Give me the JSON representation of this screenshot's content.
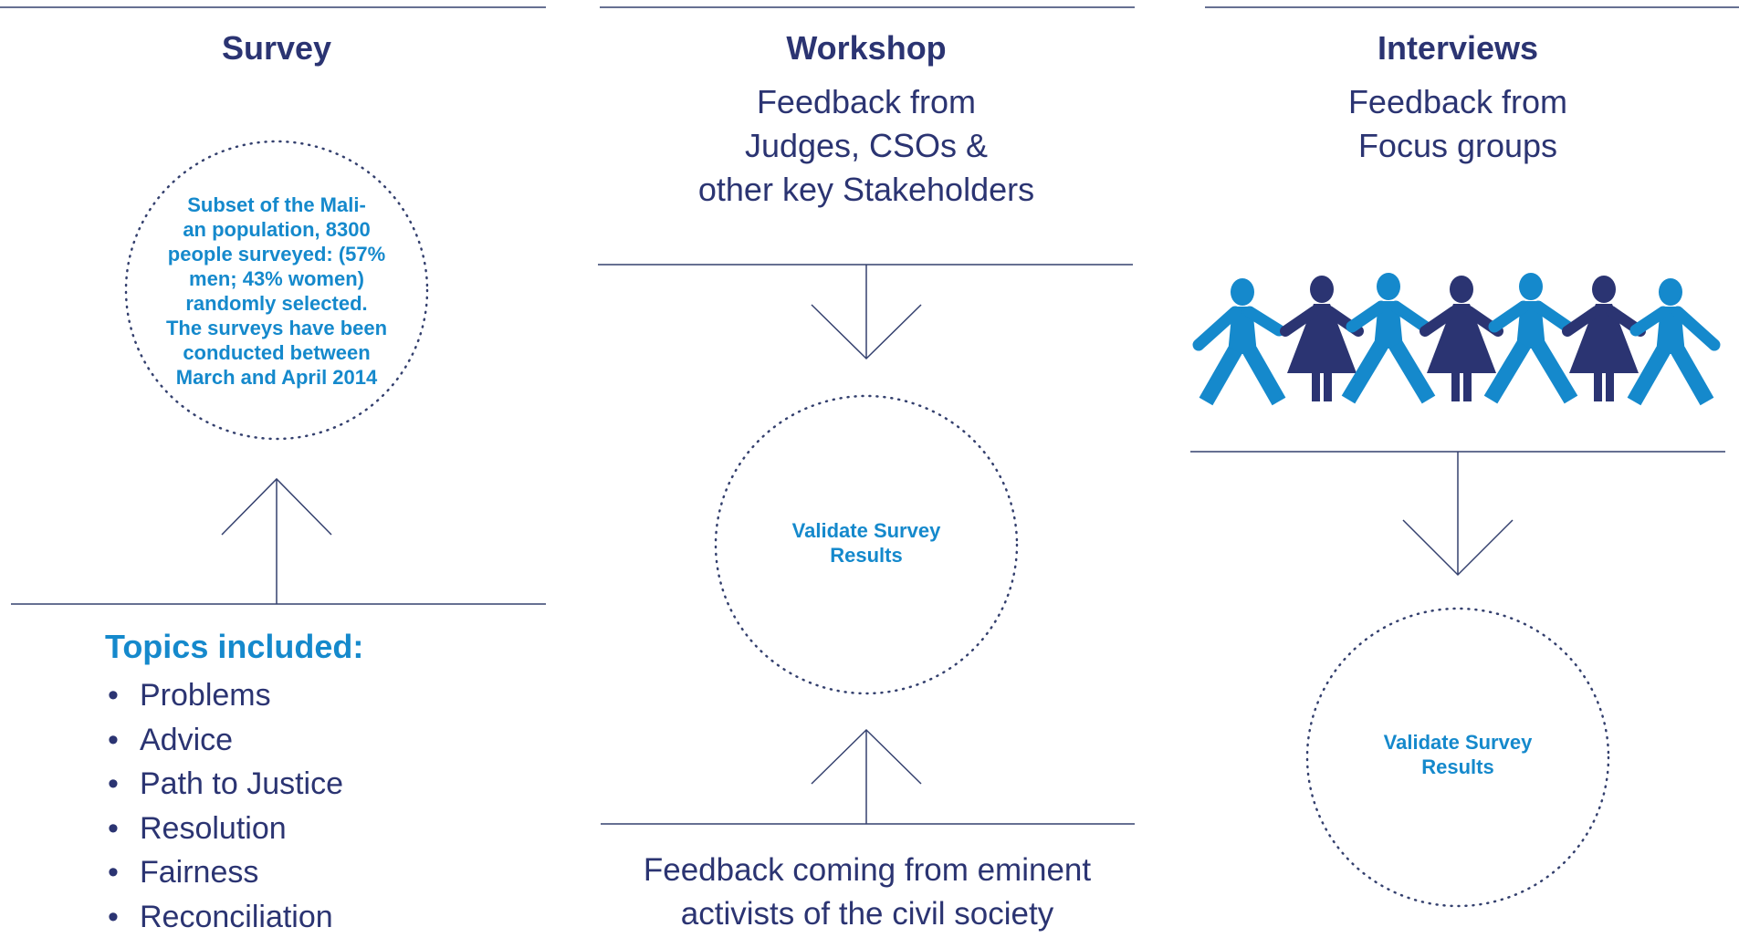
{
  "colors": {
    "dark_blue": "#2b3472",
    "light_blue": "#1589cc",
    "line": "#34406e"
  },
  "survey": {
    "title": "Survey",
    "circle_lines": [
      "Subset of the Mali-",
      "an population, 8300",
      "people surveyed: (57%",
      "men; 43% women)",
      "randomly selected.",
      "The surveys have been",
      "conducted between",
      "March and April 2014"
    ],
    "topics_title": "Topics included:",
    "topics": [
      "Problems",
      "Advice",
      "Path to Justice",
      "Resolution",
      "Fairness",
      "Reconciliation"
    ]
  },
  "workshop": {
    "title": "Workshop",
    "subtitle_lines": [
      "Feedback from",
      "Judges, CSOs &",
      "other key Stakeholders"
    ],
    "circle_lines": [
      "Validate Survey",
      "Results"
    ],
    "bottom_lines": [
      "Feedback coming from eminent",
      "activists of the civil society"
    ]
  },
  "interviews": {
    "title": "Interviews",
    "subtitle_lines": [
      "Feedback from",
      "Focus groups"
    ],
    "figure_icon": "paper-chain-people-icon",
    "figure_colors": [
      "#1589cc",
      "#2b3472"
    ],
    "circle_lines": [
      "Validate Survey",
      "Results"
    ]
  }
}
